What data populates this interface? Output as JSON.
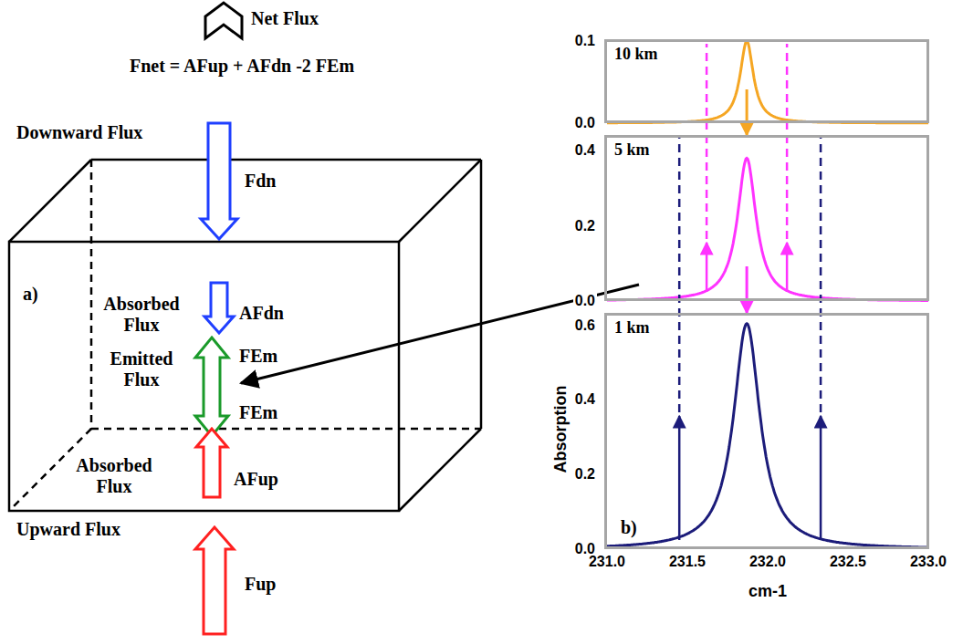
{
  "diagram": {
    "nodes": [
      {
        "text": [
          "10 km"
        ]
      },
      {
        "text": [
          "5 km"
        ]
      },
      {
        "text": [
          "1 km"
        ]
      }
    ],
    "edges": [
      {
        "from": 0,
        "to": 1,
        "arrow": "to"
      },
      {
        "from": 1,
        "to": 2,
        "arrow": "to"
      }
    ],
    "labels": [
      "Net Flux",
      "Fnet = AFup + AFdn -2 FEm",
      "Downward Flux",
      "Fdn",
      "a)",
      "Absorbed Flux",
      "AFdn",
      "FEm",
      "Emitted Flux",
      "FEm",
      "Absorbed Flux",
      "AFup",
      "Upward Flux",
      "Fup",
      "b)",
      "Absorption",
      "0.1",
      "0.0",
      "0.4",
      "0.2",
      "0.0",
      "0.6",
      "0.4",
      "0.2",
      "0.0",
      "231.0",
      "231.5",
      "232.0",
      "232.5",
      "233.0",
      "cm-1"
    ]
  }
}
